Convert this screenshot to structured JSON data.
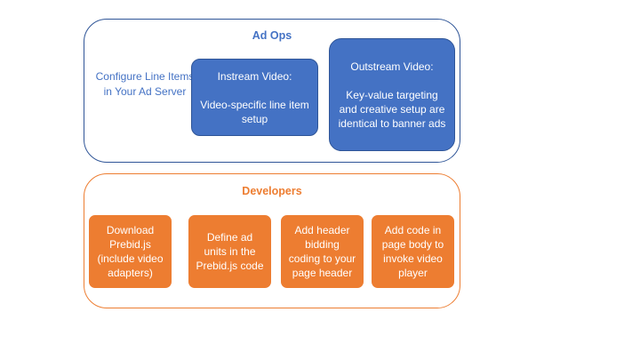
{
  "ad_ops": {
    "title": "Ad Ops",
    "side_label": "Configure Line Items in Your Ad Server",
    "instream": {
      "title": "Instream Video:",
      "body": "Video-specific line item setup"
    },
    "outstream": {
      "title": "Outstream Video:",
      "body": "Key-value targeting and creative setup are identical to banner ads"
    }
  },
  "developers": {
    "title": "Developers",
    "steps": [
      {
        "label": "Download Prebid.js (include video adapters)"
      },
      {
        "label": "Define ad units in the Prebid.js code"
      },
      {
        "label": "Add header bidding coding to your page header"
      },
      {
        "label": "Add code in page body to invoke video player"
      }
    ]
  },
  "colors": {
    "ad_ops_accent": "#4472c4",
    "ad_ops_border": "#2f5597",
    "developers_accent": "#ed7d31"
  }
}
